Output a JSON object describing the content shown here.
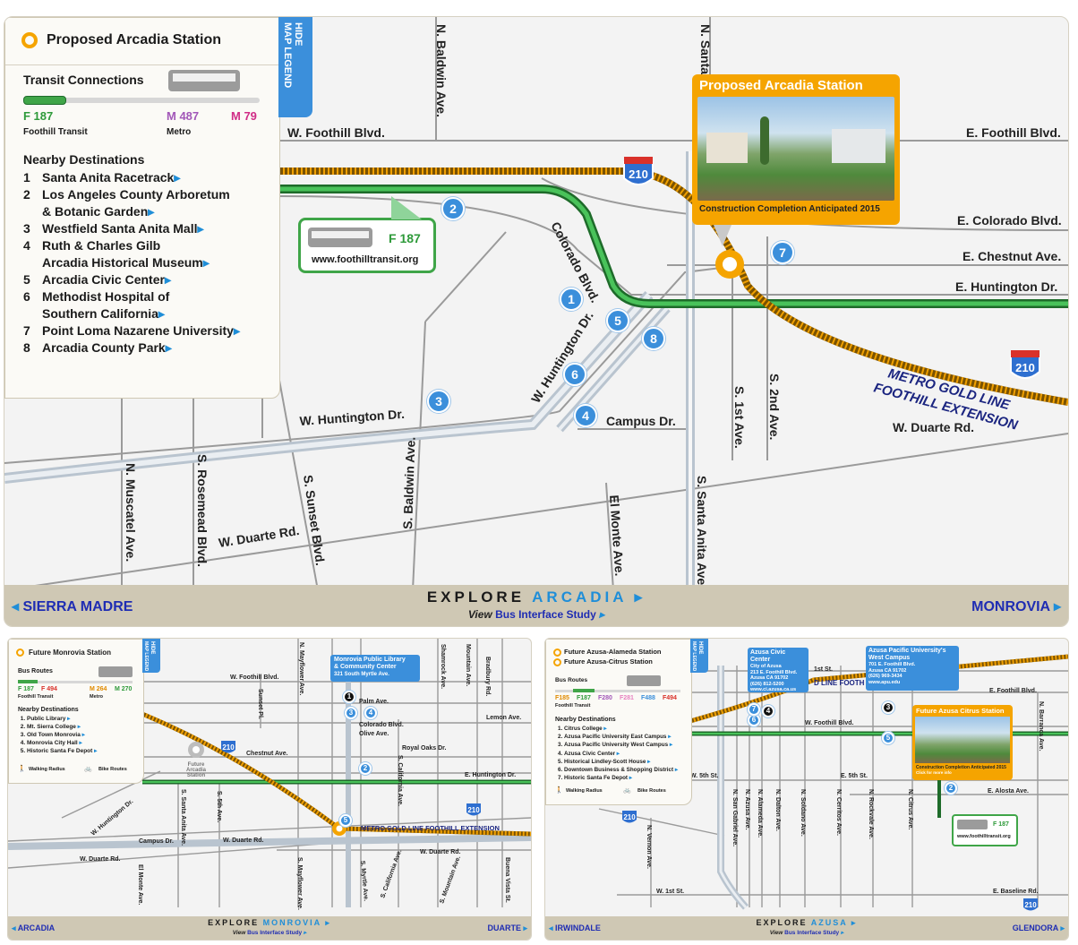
{
  "main": {
    "legend": {
      "title": "Proposed Arcadia Station",
      "transit_title": "Transit Connections",
      "routes": {
        "f187": "F 187",
        "m487": "M 487",
        "m79": "M 79"
      },
      "agency_foothill": "Foothill Transit",
      "agency_metro": "Metro",
      "dest_title": "Nearby Destinations",
      "destinations": [
        {
          "n": "1",
          "lines": [
            "Santa Anita Racetrack"
          ]
        },
        {
          "n": "2",
          "lines": [
            "Los Angeles County Arboretum",
            "& Botanic Garden"
          ]
        },
        {
          "n": "3",
          "lines": [
            "Westfield Santa Anita Mall"
          ]
        },
        {
          "n": "4",
          "lines": [
            "Ruth & Charles Gilb",
            "Arcadia Historical Museum"
          ]
        },
        {
          "n": "5",
          "lines": [
            "Arcadia Civic Center"
          ]
        },
        {
          "n": "6",
          "lines": [
            "Methodist Hospital of",
            "Southern California"
          ]
        },
        {
          "n": "7",
          "lines": [
            "Point Loma Nazarene University"
          ]
        },
        {
          "n": "8",
          "lines": [
            "Arcadia County Park"
          ]
        }
      ]
    },
    "hide_tab": {
      "hide": "HIDE",
      "map_legend": "MAP LEGEND"
    },
    "station_callout": {
      "title": "Proposed Arcadia Station",
      "caption": "Construction Completion Anticipated 2015"
    },
    "bus_box": {
      "route": "F 187",
      "url": "www.foothilltransit.org"
    },
    "streets": {
      "foothill_w": "W. Foothill Blvd.",
      "foothill_e": "E. Foothill Blvd.",
      "colorado_e": "E. Colorado Blvd.",
      "chestnut_e": "E. Chestnut Ave.",
      "huntington_e": "E. Huntington Dr.",
      "huntington_w": "W. Huntington Dr.",
      "huntington_w2": "W. Huntington Dr.",
      "colorado": "Colorado Blvd.",
      "campus": "Campus Dr.",
      "duarte_w": "W. Duarte Rd.",
      "duarte_w2": "W. Duarte Rd.",
      "baldwin_n": "N. Baldwin Ave.",
      "baldwin_s": "S. Baldwin Ave.",
      "santa_n": "N. Santa",
      "santa_anita_s": "S. Santa Anita Ave.",
      "first_s": "S. 1st Ave.",
      "second_s": "S. 2nd Ave.",
      "muscatel_n": "N. Muscatel Ave.",
      "rosemead_s": "S. Rosemead Blvd.",
      "sunset_s": "S. Sunset Blvd.",
      "elmonte": "El Monte Ave."
    },
    "freeway": "210",
    "gold_line": [
      "METRO GOLD LINE",
      "FOOTHILL EXTENSION"
    ],
    "badges": [
      "1",
      "2",
      "3",
      "4",
      "5",
      "6",
      "7",
      "8"
    ],
    "footer": {
      "left": "SIERRA MADRE",
      "right": "MONROVIA",
      "explore": "EXPLORE",
      "city": "ARCADIA",
      "view": "View",
      "link": "Bus Interface Study"
    }
  },
  "monrovia": {
    "legend_title": "Future Monrovia Station",
    "bus_routes": "Bus Routes",
    "routes": [
      "F 187",
      "F 494",
      "M 264",
      "M 270"
    ],
    "agency_foothill": "Foothill Transit",
    "agency_metro": "Metro",
    "dest_title": "Nearby Destinations",
    "destinations": [
      "Public Library",
      "Mt. Sierra College",
      "Old Town Monrovia",
      "Monrovia City Hall",
      "Historic Santa Fe Depot"
    ],
    "walking": "Walking Radius",
    "bike": "Bike Routes",
    "callout": [
      "Monrovia Public Library",
      "& Community Center",
      "321 South Myrtle Ave."
    ],
    "hide": "HIDE",
    "map_legend": "MAP LEGEND",
    "streets": {
      "foothill": "W. Foothill Blvd.",
      "chestnut": "Chestnut Ave.",
      "huntington_e": "E. Huntington Dr.",
      "huntington_w": "W. Huntington Dr.",
      "campus": "Campus Dr.",
      "duarte_w": "W. Duarte Rd.",
      "duarte_w2": "W. Duarte Rd.",
      "duarte_w3": "W. Duarte Rd.",
      "palm": "Palm Ave.",
      "colorado": "Colorado Blvd.",
      "olive": "Olive Ave.",
      "royal_oaks": "Royal Oaks Dr.",
      "lemon": "Lemon Ave.",
      "sunset": "Sunset Pl.",
      "mayflower": "N. Mayflower Ave.",
      "shamrock": "Shamrock Ave.",
      "mountain": "Mountain Ave.",
      "bradbury": "Bradbury Rd.",
      "santa_anita": "S. Santa Anita Ave.",
      "fifth": "S. 5th Ave.",
      "elmonte": "El Monte Ave.",
      "mayflower_s": "S. Mayflower Ave.",
      "myrtle": "S. Myrtle Ave.",
      "california": "S. California Ave.",
      "mountain_s": "S. Mountain Ave.",
      "buena": "Buena Vista St.",
      "california_n": "S. California Ave."
    },
    "station_label": [
      "Future",
      "Arcadia",
      "Station"
    ],
    "gold_line": "METRO GOLD LINE FOOTHILL EXTENSION",
    "freeway": "210",
    "badges": [
      "1",
      "2",
      "3",
      "4",
      "5"
    ],
    "footer": {
      "left": "ARCADIA",
      "right": "DUARTE",
      "explore": "EXPLORE",
      "city": "MONROVIA",
      "view": "View",
      "link": "Bus Interface Study"
    }
  },
  "azusa": {
    "legend_title_1": "Future Azusa-Alameda Station",
    "legend_title_2": "Future Azusa-Citrus Station",
    "bus_routes": "Bus Routes",
    "routes": [
      "F185",
      "F187",
      "F280",
      "F281",
      "F488",
      "F494"
    ],
    "agency_foothill": "Foothill Transit",
    "dest_title": "Nearby Destinations",
    "destinations": [
      "Citrus College",
      "Azusa Pacific University East Campus",
      "Azusa Pacific University West Campus",
      "Azusa Civic Center",
      "Historical Lindley-Scott House",
      "Downtown Business & Shopping District",
      "Historic Santa Fe Depot"
    ],
    "walking": "Walking Radius",
    "bike": "Bike Routes",
    "hide": "HIDE",
    "map_legend": "MAP LEGEND",
    "callout_civic": [
      "Azusa Civic Center",
      "City of Azusa",
      "213 E. Foothill Blvd.",
      "Azusa CA 91702",
      "(626) 812-5200",
      "www.ci.azusa.ca.us"
    ],
    "callout_apu": [
      "Azusa Pacific University's",
      "West Campus",
      "701 E. Foothill Blvd.",
      "Azusa CA 91702",
      "(626) 969-3434",
      "www.apu.edu"
    ],
    "station_callout": {
      "title": "Future Azusa Citrus Station",
      "caption": "Construction Completion Anticipated 2015",
      "sub": "Click for more info"
    },
    "bus_box": {
      "route": "F 187",
      "url": "www.foothilltransit.org"
    },
    "streets": {
      "first_st": "1st St.",
      "foothill_w": "W. Foothill Blvd.",
      "foothill_e": "E. Foothill Blvd.",
      "d_line": "D LINE FOOTH",
      "fifth_w": "W. 5th St.",
      "fifth_e": "E. 5th St.",
      "alosta": "E. Alosta Ave.",
      "first_w": "W. 1st St.",
      "baseline": "E. Baseline Rd.",
      "san_gabriel": "N. San Gabriel Ave.",
      "azusa_ave": "N. Azusa Ave.",
      "alameda": "N. Alameda Ave.",
      "dalton": "N. Dalton Ave.",
      "soldano": "N. Soldano Ave.",
      "cerritos": "N. Cerritos Ave.",
      "rockvale": "N. Rockvale Ave.",
      "citrus": "N. Citrus Ave.",
      "barranca": "N. Barranca Ave.",
      "vernon": "N. Vernon Ave."
    },
    "freeway": "210",
    "badges": [
      "2",
      "5",
      "6",
      "7"
    ],
    "footer": {
      "left": "IRWINDALE",
      "right": "GLENDORA",
      "explore": "EXPLORE",
      "city": "AZUSA",
      "view": "View",
      "link": "Bus Interface Study"
    }
  },
  "colors": {
    "road": "#a6a6a6",
    "rail_track": "#f0a000",
    "busway": "#2e9a3a",
    "badge": "#3b8fdb",
    "link": "#1f2db3",
    "accent_blue": "#1f8ed8",
    "callout": "#f5a400",
    "footer": "#cfc8b4"
  }
}
